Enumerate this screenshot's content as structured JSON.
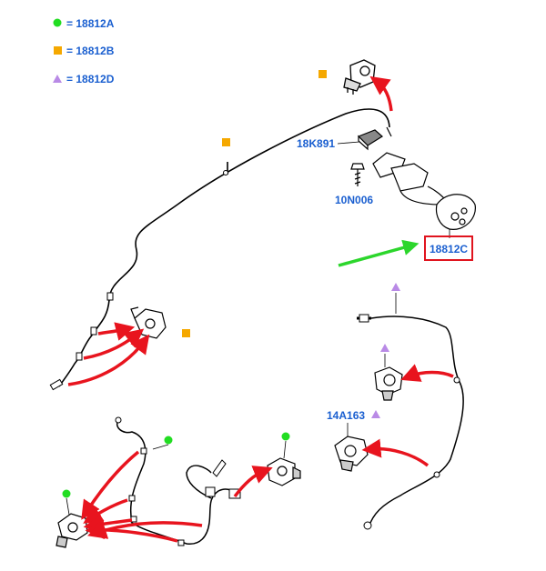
{
  "legend": {
    "items": [
      {
        "code": "= 18812A",
        "shape": "circle",
        "color": "#22dd22"
      },
      {
        "code": "= 18812B",
        "shape": "square",
        "color": "#f5a800"
      },
      {
        "code": "= 18812D",
        "shape": "triangle",
        "color": "#b98ae6"
      }
    ]
  },
  "callouts": {
    "clip_18k891": "18K891",
    "bolt_10n006": "10N006",
    "harness_18812c": "18812C",
    "sensor_14a163": "14A163"
  },
  "colors": {
    "label_blue": "#1a5fd0",
    "marker_green": "#22dd22",
    "marker_orange": "#f5a800",
    "marker_purple": "#b98ae6",
    "arrow_red": "#e8141e",
    "arrow_green": "#2cd62c",
    "highlight_box": "#e0141e",
    "line": "#000000"
  },
  "icons": [
    "circle-marker",
    "square-marker",
    "triangle-marker",
    "red-arrow",
    "green-arrow"
  ]
}
